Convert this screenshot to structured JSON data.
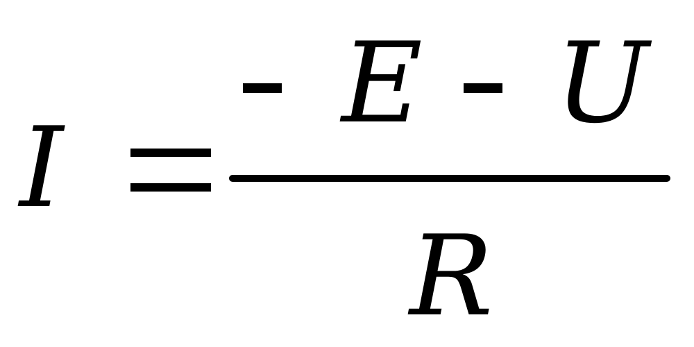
{
  "formula": {
    "lhs": "I",
    "equals": "=",
    "numerator": {
      "sign1": "-",
      "term1": "E",
      "sign2": "-",
      "term2": "U"
    },
    "denominator": "R"
  }
}
